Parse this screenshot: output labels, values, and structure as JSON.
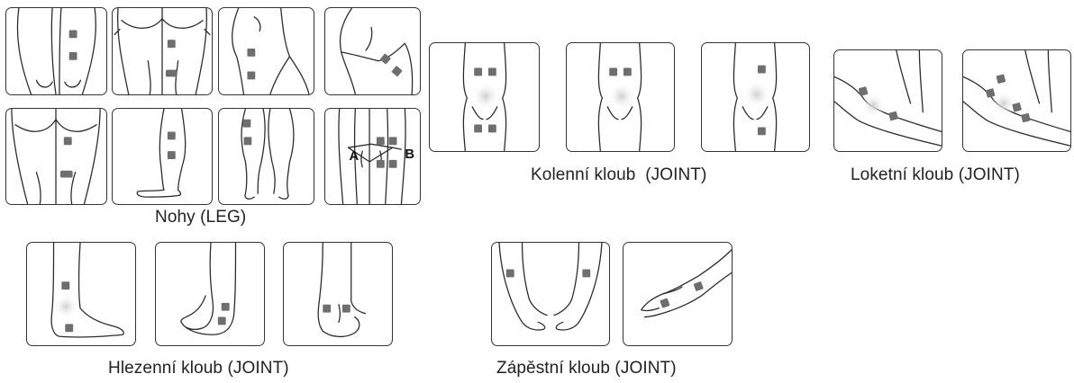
{
  "captions": {
    "leg": "Nohy (LEG)",
    "knee": "Kolenní kloub  (JOINT)",
    "elbow": "Loketní kloub (JOINT)",
    "ankle": "Hlezenní kloub (JOINT)",
    "wrist": "Zápěstní kloub (JOINT)"
  },
  "markers": {
    "a": "A",
    "b": "B"
  },
  "colors": {
    "pad": "#6e6e6e",
    "outline": "#2a2a2a",
    "frame": "#333333"
  }
}
